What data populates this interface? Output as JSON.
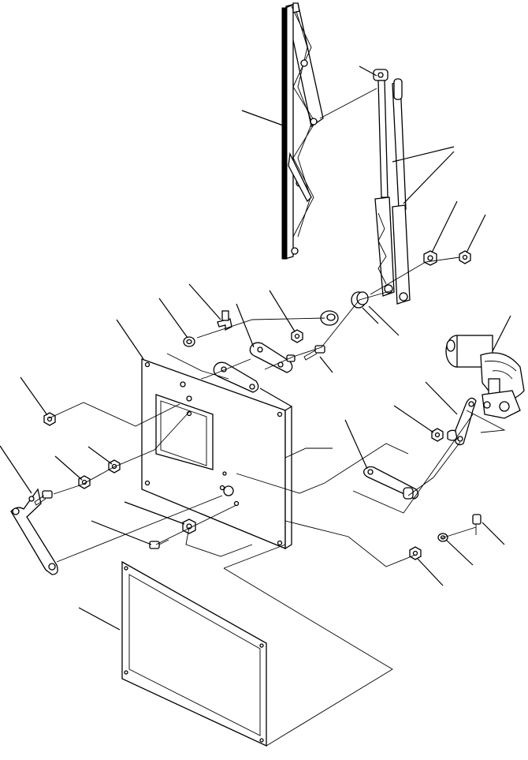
{
  "diagram": {
    "kind": "exploded-parts-view",
    "parts": [
      {
        "id": "wiper-blade",
        "icon": "wiper-blade-icon"
      },
      {
        "id": "wiper-arm",
        "icon": "wiper-arm-icon"
      },
      {
        "id": "mounting-plate",
        "icon": "plate-icon"
      },
      {
        "id": "gasket",
        "icon": "gasket-icon"
      },
      {
        "id": "wiper-motor",
        "icon": "motor-icon"
      },
      {
        "id": "crank-lever",
        "icon": "lever-icon"
      },
      {
        "id": "link-rod",
        "icon": "link-rod-icon"
      },
      {
        "id": "pivot-link",
        "icon": "pivot-link-icon"
      },
      {
        "id": "link-plates",
        "icon": "link-plate-icon"
      },
      {
        "id": "nuts",
        "icon": "nut-icon"
      },
      {
        "id": "bolts",
        "icon": "bolt-icon"
      },
      {
        "id": "washers",
        "icon": "washer-icon"
      },
      {
        "id": "bushing",
        "icon": "bushing-icon"
      },
      {
        "id": "seal",
        "icon": "seal-icon"
      },
      {
        "id": "elbow-fitting",
        "icon": "elbow-fitting-icon"
      }
    ],
    "colors": {
      "line": "#000000",
      "background": "#ffffff"
    }
  }
}
